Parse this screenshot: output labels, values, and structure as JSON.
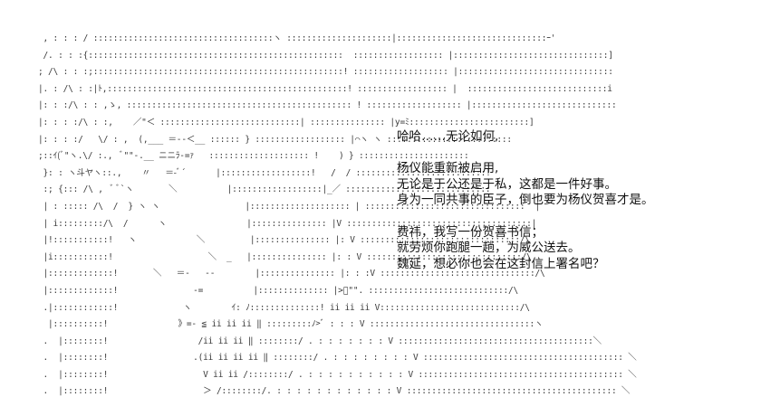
{
  "ascii_art": {
    "lines": [
      " , : : : / ::::::::::::::::::::::::::::::::::::ヽ :::::::::::::::::::::|::::::::::::::::::::::::::::::ｰ'",
      " /. : : :{:::::::::::::::::::::::::::::::::::::::::::::::::::  :::::::::::::::::: |:::::::::::::::::::::::::::::::]",
      "; /\\ : : :;::::::::::::::::::::::::::::::::::::::::::::::::::! ::::::::::::::::::: |:::::::::::::::::::::::::::::::",
      "|. : /\\ : :|ﾄ,::::::::::::::::::::::::::::::::::::::::::::::::! :::::::::::::::::: |  ::::::::::::::::::::::::::::i",
      "|: : :/\\ : : ,ゝ, ::::::::::::::::::::::::::::::::::::::::::::: ! ::::::::::::::::::: |:::::::::::::::::::::::::::::",
      "|: : : :/\\ : :,    ／\"＜ ::::::::::::::::::::::::::::| ::::::::::::::: |y=ﾐ::::::::::::::::::::::::]",
      "|: : : :/   \\/ : ,  (,___ ＝-‐＜__ :::::: } :::::::::::::::::: |⌒ヽ ヽ :::::::::::::::::::::::::",
      ";::ｲ(ﾞ\"ヽ.\\/ :.,  ﾞ\"\"-.__ ニニﾗ-=ｧ   :::::::::::::::::::: !    ) } ::::::::::::::::::::::",
      " }: : ヽ斗ヤヽ::.,    〃   ＝-ﾞ´      |::::::::::::::::::!   /  / ::::::::::::::::::::::::::!",
      " :; {::: /\\ ,  ﾞ ﾞ`ヽ       ＼          |::::::::::::::::::|_／ :::::::::::::::::::::::::::::",
      " | : ::::: /\\  /  } ヽ ヽ                 |:::::::::::::::::::: | ::::::::::::::::::::::::::::::::  |",
      " | i:::::::::/\\  /      ヽ                |::::::::::::::: |V :::::::::::::::::::::::::::::::::::::|",
      " |!:::::::::::!   ヽ            ＼         |::::::::::::::: |: V ::::::::::::::::::::::::::::::::/\\",
      " |i:::::::::::!                   ＼  _   |::::::::::::::: |: : V :::::::::::::::::::::::::::::::/\\",
      " |:::::::::::::!       ＼   ＝-   -‐        |::::::::::::::: |: : :V :::::::::::::::::::::::::::::::/\\",
      " |:::::::::::::!               -=          |:::::::::::::: |>ﾞ\"\". ::::::::::::::::::::::::::::/\\",
      " .|::::::::::::!             ヽ        ｲ: ﾉ::::::::::::::! ii ii ii V::::::::::::::::::::::::::::/\\",
      "  |::::::::::!              》=- ≦ ii ii ii ‖ :::::::::ﾉ>ﾞ : : : V :::::::::::::::::::::::::::::::::ヽ",
      " .  |::::::::!                  /ii ii ii ‖ ::::::::/ . : : : : : : : V :::::::::::::::::::::::::::::::::::::::＼",
      " .  |::::::::!                 .(ii ii ii ii ‖ ::::::::/ . : : : : : : : : V :::::::::::::::::::::::::::::::::::::::: ＼",
      " .  |::::::::!                   V ii ii /::::::::/ . : : : : : : : : : : V ::::::::::::::::::::::::::::::::::::::::: ＼",
      " .  |::::::::!                   ＞ /::::::::/. : : : : : : : : : : : : V :::::::::::::::::::::::::::::::::::::::::: ＼"
    ]
  },
  "dialogue": {
    "lines": [
      "哈哈……无论如何,",
      "",
      "杨仪能重新被启用,",
      "无论是于公还是于私，这都是一件好事。",
      "身为一同共事的臣子，倒也要为杨仪贺喜才是。",
      "",
      "费祎，我写一份贺喜书信；",
      "就劳烦你跑腿一趟，为威公送去。",
      "魏延，想必你也会在这封信上署名吧？"
    ]
  }
}
